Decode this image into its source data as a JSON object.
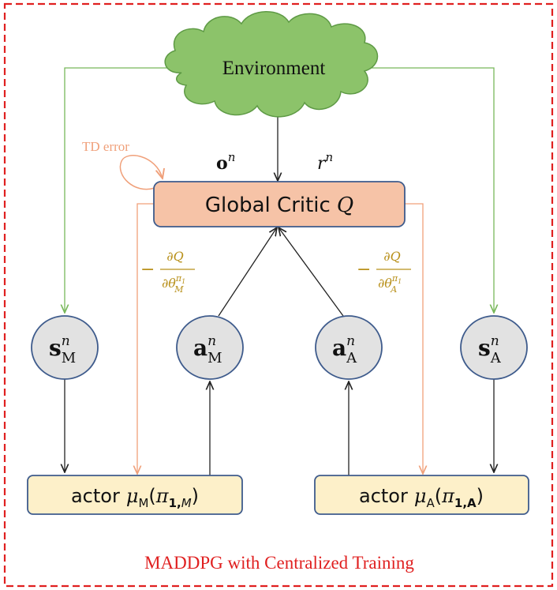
{
  "environment": {
    "label": "Environment"
  },
  "critic": {
    "label": "Global Critic",
    "symbol": "Q"
  },
  "td_error": {
    "label": "TD error"
  },
  "observation": {
    "base": "o",
    "sup": "n"
  },
  "reward": {
    "base": "r",
    "sup": "n"
  },
  "gradient_left": {
    "numerator": "∂Q",
    "denominator_base": "∂θ",
    "sup_base": "π",
    "sup_sub": "1",
    "sub": "M",
    "prefix": "−"
  },
  "gradient_right": {
    "numerator": "∂Q",
    "denominator_base": "∂θ",
    "sup_base": "π",
    "sup_sub": "1",
    "sub": "A",
    "prefix": "−"
  },
  "nodes": [
    {
      "base": "s",
      "sup": "n",
      "sub": "M"
    },
    {
      "base": "a",
      "sup": "n",
      "sub": "M"
    },
    {
      "base": "a",
      "sup": "n",
      "sub": "A"
    },
    {
      "base": "s",
      "sup": "n",
      "sub": "A"
    }
  ],
  "actors": [
    {
      "prefix": "actor",
      "mu": "μ",
      "mu_sub": "M",
      "pi": "π",
      "pi_sub": "1,",
      "pi_sub2": "M"
    },
    {
      "prefix": "actor",
      "mu": "μ",
      "mu_sub": "A",
      "pi": "π",
      "pi_sub": "1,A",
      "pi_sub2": ""
    }
  ],
  "caption": "MADDPG with Centralized Training",
  "colors": {
    "frame": "#e02020",
    "cloud_fill": "#8cc36a",
    "cloud_stroke": "#5e9a45",
    "critic_fill": "#f6c3a7",
    "critic_stroke": "#3e5b8c",
    "node_fill": "#e2e2e2",
    "node_stroke": "#3e5b8c",
    "actor_fill": "#fdf0c9",
    "actor_stroke": "#3e5b8c",
    "green_line": "#78b85a",
    "orange_line": "#f0a07a",
    "gradient_text": "#b8901a",
    "td_text": "#f0a07a",
    "caption": "#e02020"
  }
}
